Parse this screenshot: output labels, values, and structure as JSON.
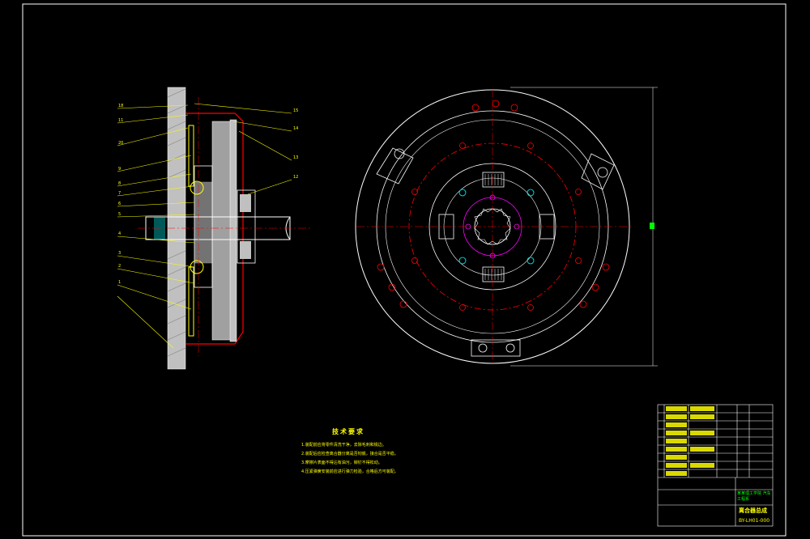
{
  "drawing": {
    "colors": {
      "background": "#000000",
      "frame": "#ffffff",
      "section_gray": "#c0c0c0",
      "leader": "#ffff00",
      "red_construction": "#ff0000",
      "cyan": "#00ffff",
      "magenta": "#ff00ff",
      "green_text": "#00ff00"
    },
    "tech_requirements": {
      "title": "技术要求",
      "items": [
        "1.装配前应将零件清洗干净，去除毛刺和锐边。",
        "2.装配后应检查离合器分离是否彻底，接合是否平稳。",
        "3.摩擦片表面不得沾有油污，铆钉不得松动。",
        "4.压紧弹簧安装前应进行弹力检验，合格后方可装配。"
      ]
    },
    "title_block": {
      "drawing_name": "离合器总成",
      "drawing_number": "BY-LH01-000",
      "school": "某某理工学院 汽车工程系"
    }
  }
}
